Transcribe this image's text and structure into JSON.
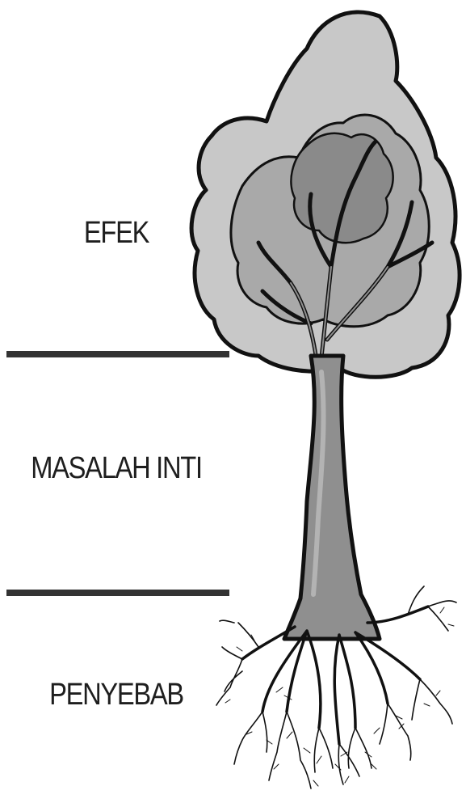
{
  "diagram": {
    "type": "problem-tree",
    "sections": [
      {
        "key": "effect",
        "label": "EFEK",
        "tree_part": "crown"
      },
      {
        "key": "core",
        "label": "MASALAH INTI",
        "tree_part": "trunk"
      },
      {
        "key": "cause",
        "label": "PENYEBAB",
        "tree_part": "roots"
      }
    ],
    "colors": {
      "text": "#1e1e1e",
      "divider": "#333333",
      "foliage_light": "#c8c8c8",
      "foliage_mid": "#a9a9a9",
      "foliage_dark": "#8a8a8a",
      "trunk": "#8f8f8f",
      "outline": "#111111"
    },
    "icons": [
      "tree-illustration"
    ]
  }
}
